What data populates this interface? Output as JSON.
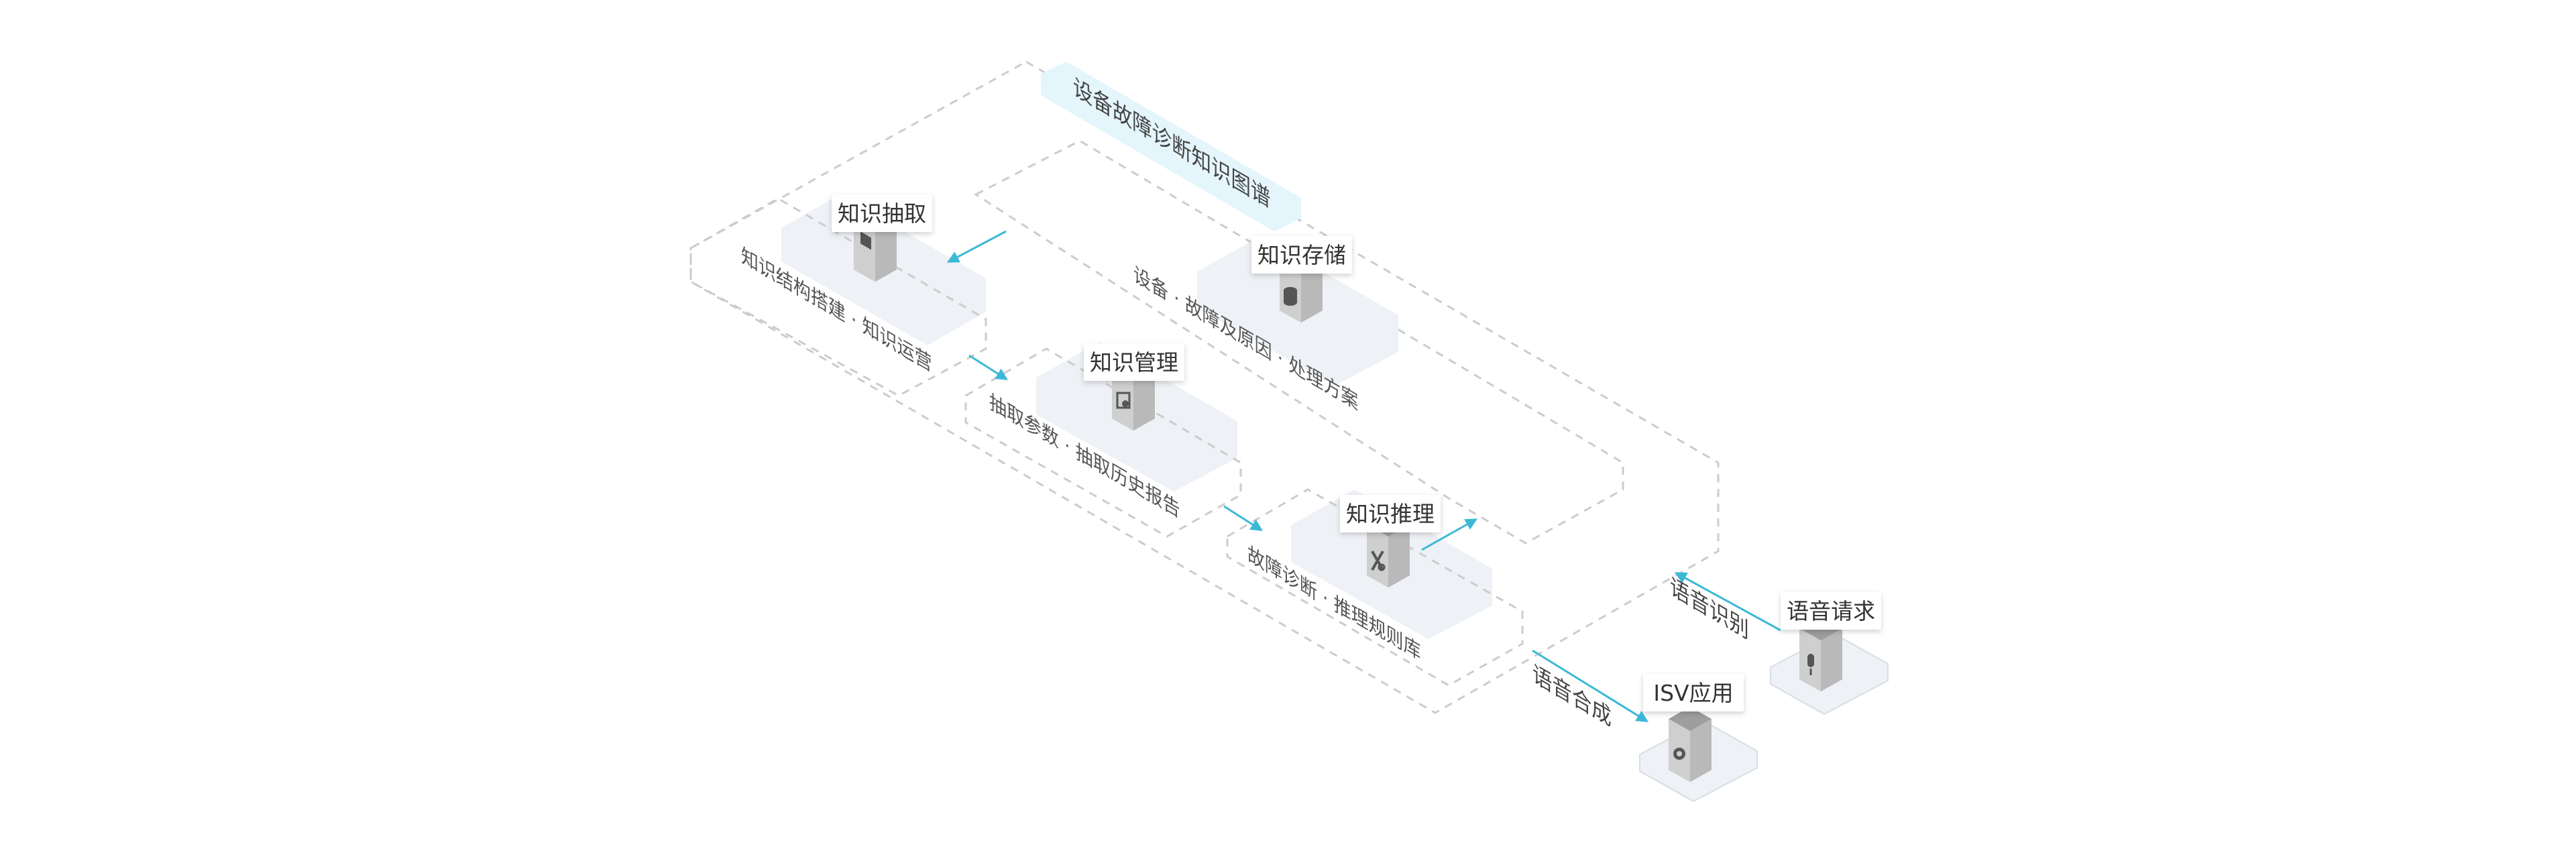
{
  "diagram": {
    "title": "设备故障诊断知识图谱",
    "nodes": [
      {
        "id": "extract",
        "label": "知识抽取",
        "sublabel": "知识结构搭建 · 知识运营",
        "icon": "document-icon"
      },
      {
        "id": "store",
        "label": "知识存储",
        "sublabel": "设备 · 故障及原因 · 处理方案",
        "icon": "database-icon"
      },
      {
        "id": "manage",
        "label": "知识管理",
        "sublabel": "抽取参数 · 抽取历史报告",
        "icon": "settings-document-icon"
      },
      {
        "id": "reason",
        "label": "知识推理",
        "sublabel": "故障诊断 · 推理规则库",
        "icon": "wrench-icon"
      },
      {
        "id": "voice",
        "label": "语音请求",
        "icon": "microphone-icon"
      },
      {
        "id": "isv",
        "label": "ISV应用",
        "icon": "gear-icon"
      }
    ],
    "flows": [
      {
        "label": "语音识别"
      },
      {
        "label": "语音合成"
      }
    ],
    "colors": {
      "accent": "#3cb8d6",
      "banner": "#e4f5fc",
      "panel": "#eef1f5",
      "dash": "#c9c9c9"
    }
  }
}
